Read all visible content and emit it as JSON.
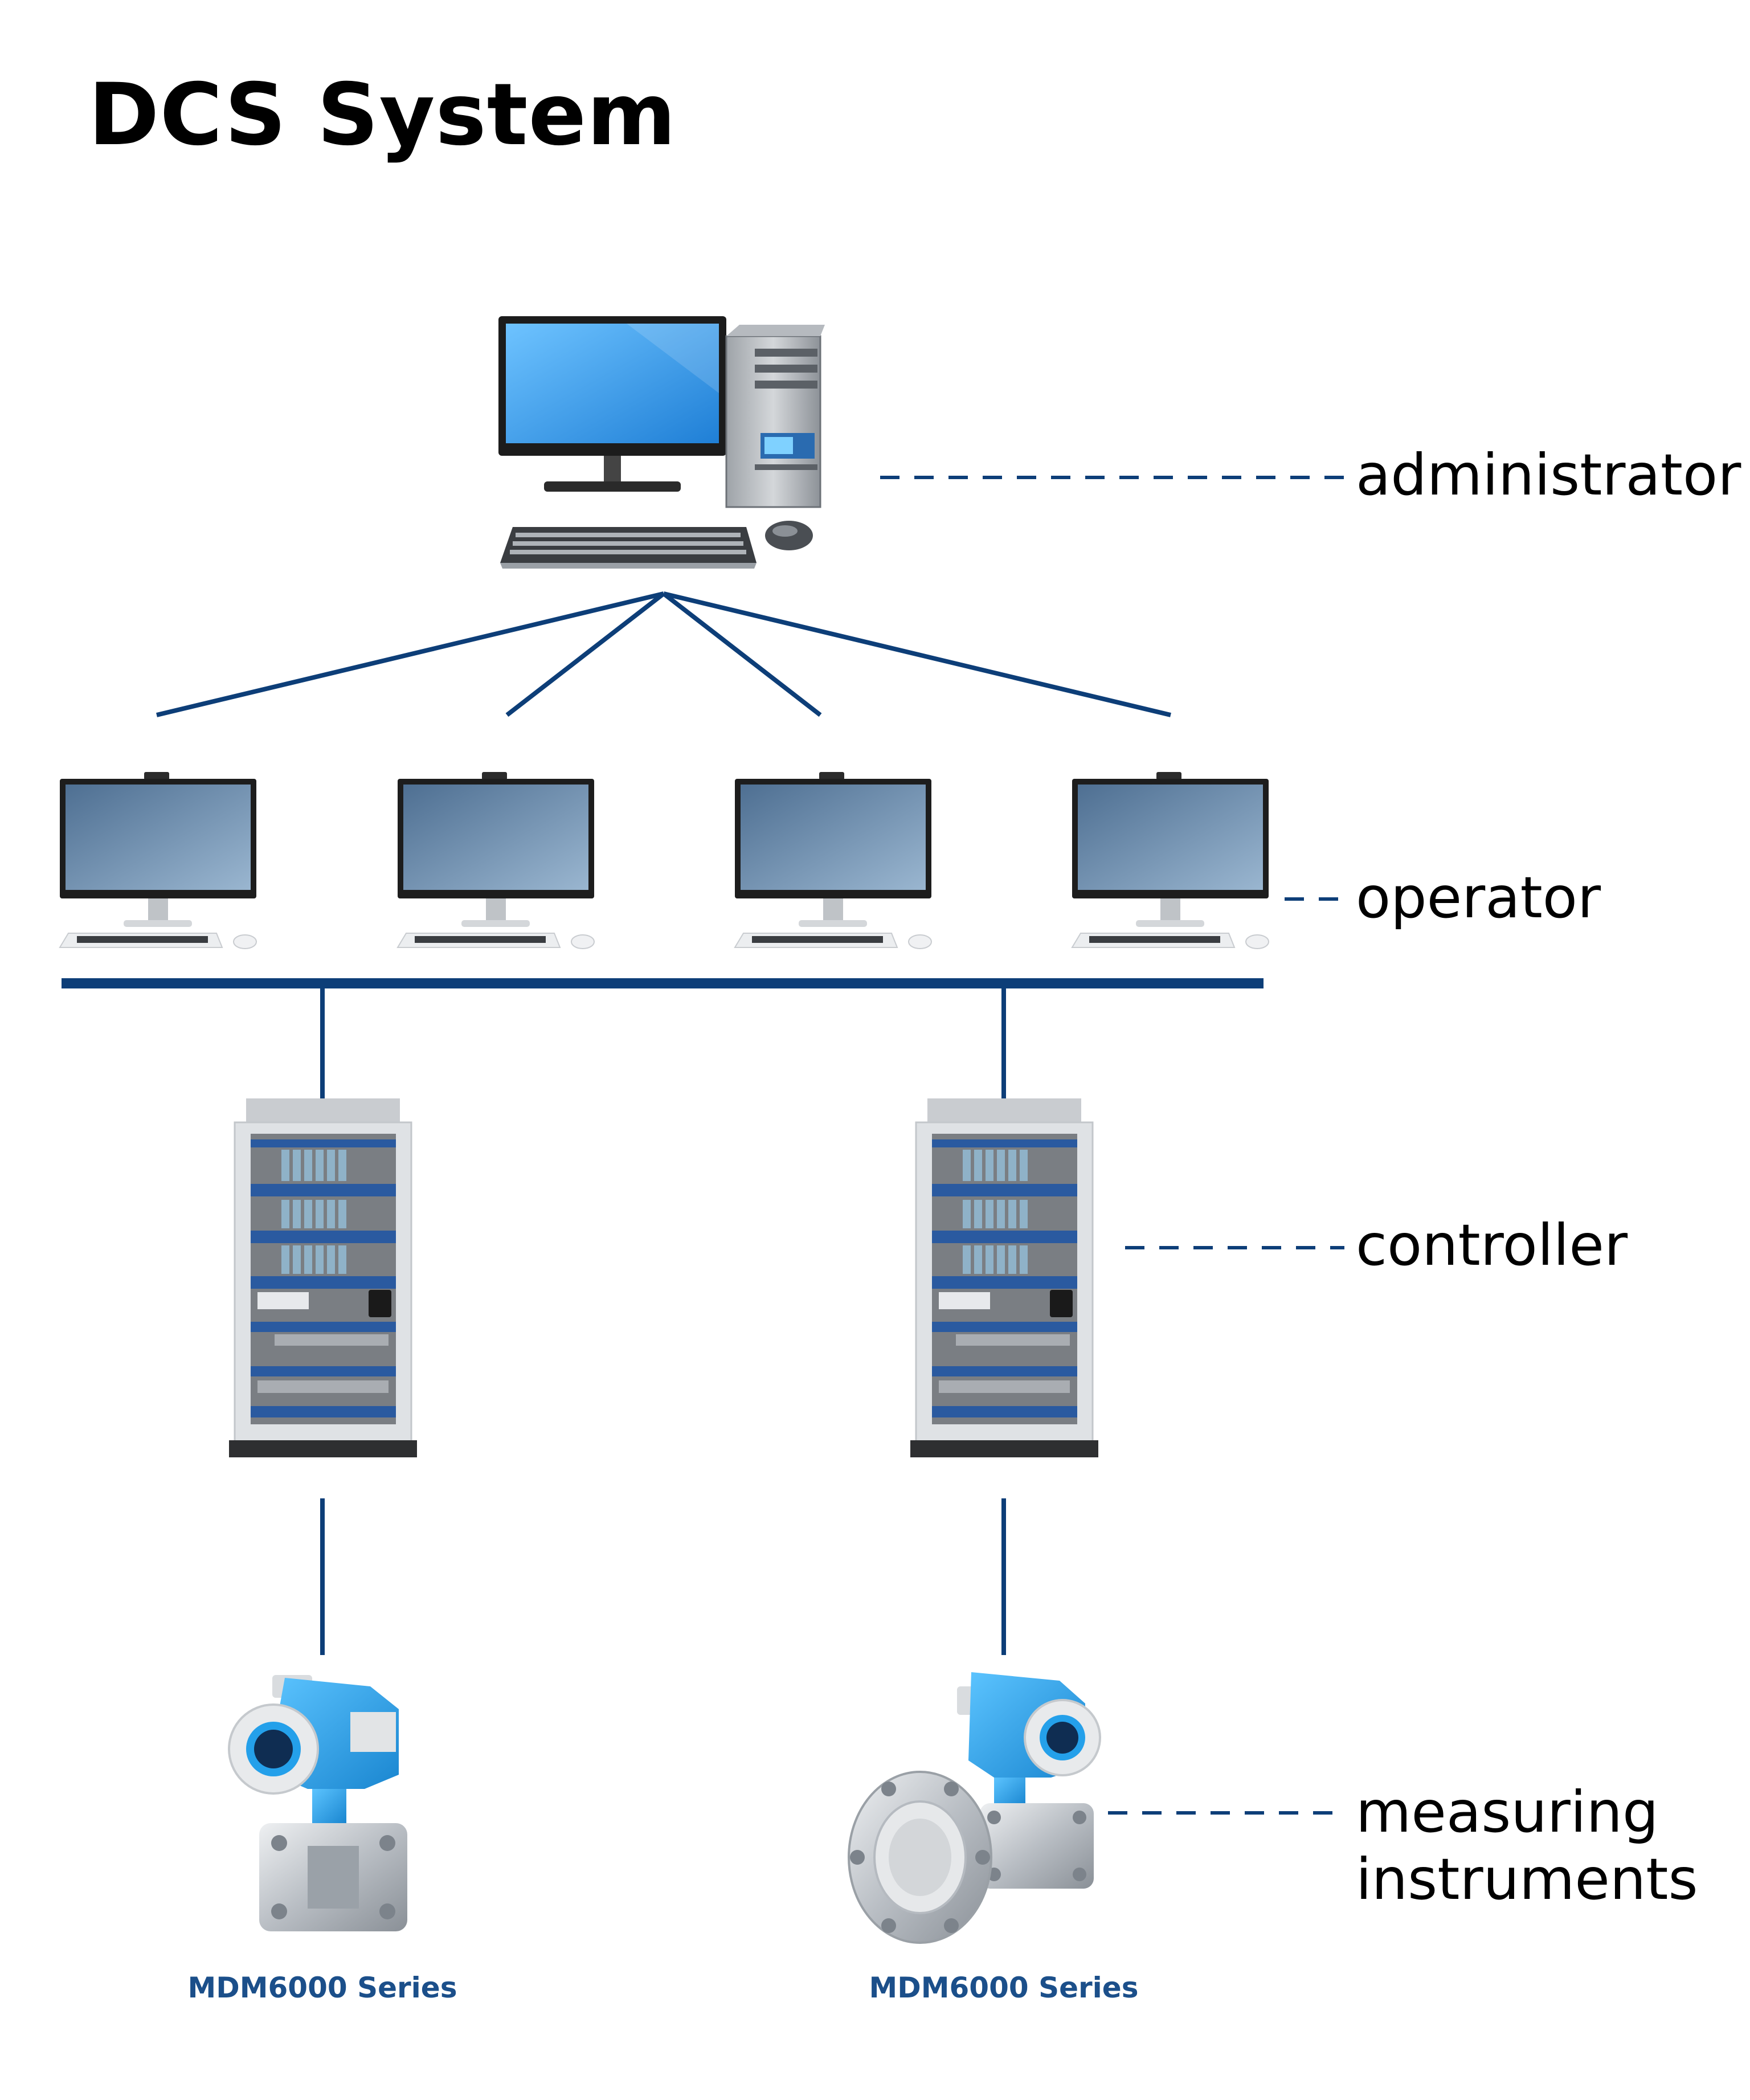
{
  "title": "DCS System",
  "levels": {
    "administrator": "administrator",
    "operator": "operator",
    "controller": "controller",
    "instruments": [
      "measuring",
      "instruments"
    ]
  },
  "captions": [
    "MDM6000 Series",
    "MDM6000 Series"
  ],
  "colors": {
    "line": "#0d3e78",
    "screen_admin": "#2f9bea",
    "screen_operator": "#6f8fb0",
    "cabinet_stripe": "#2a5aa0",
    "transmitter": "#2a9fe6",
    "caption": "#1b4f8a"
  },
  "icons": [
    "desktop-computer-icon",
    "monitor-icon",
    "control-cabinet-icon",
    "pressure-transmitter-icon"
  ]
}
